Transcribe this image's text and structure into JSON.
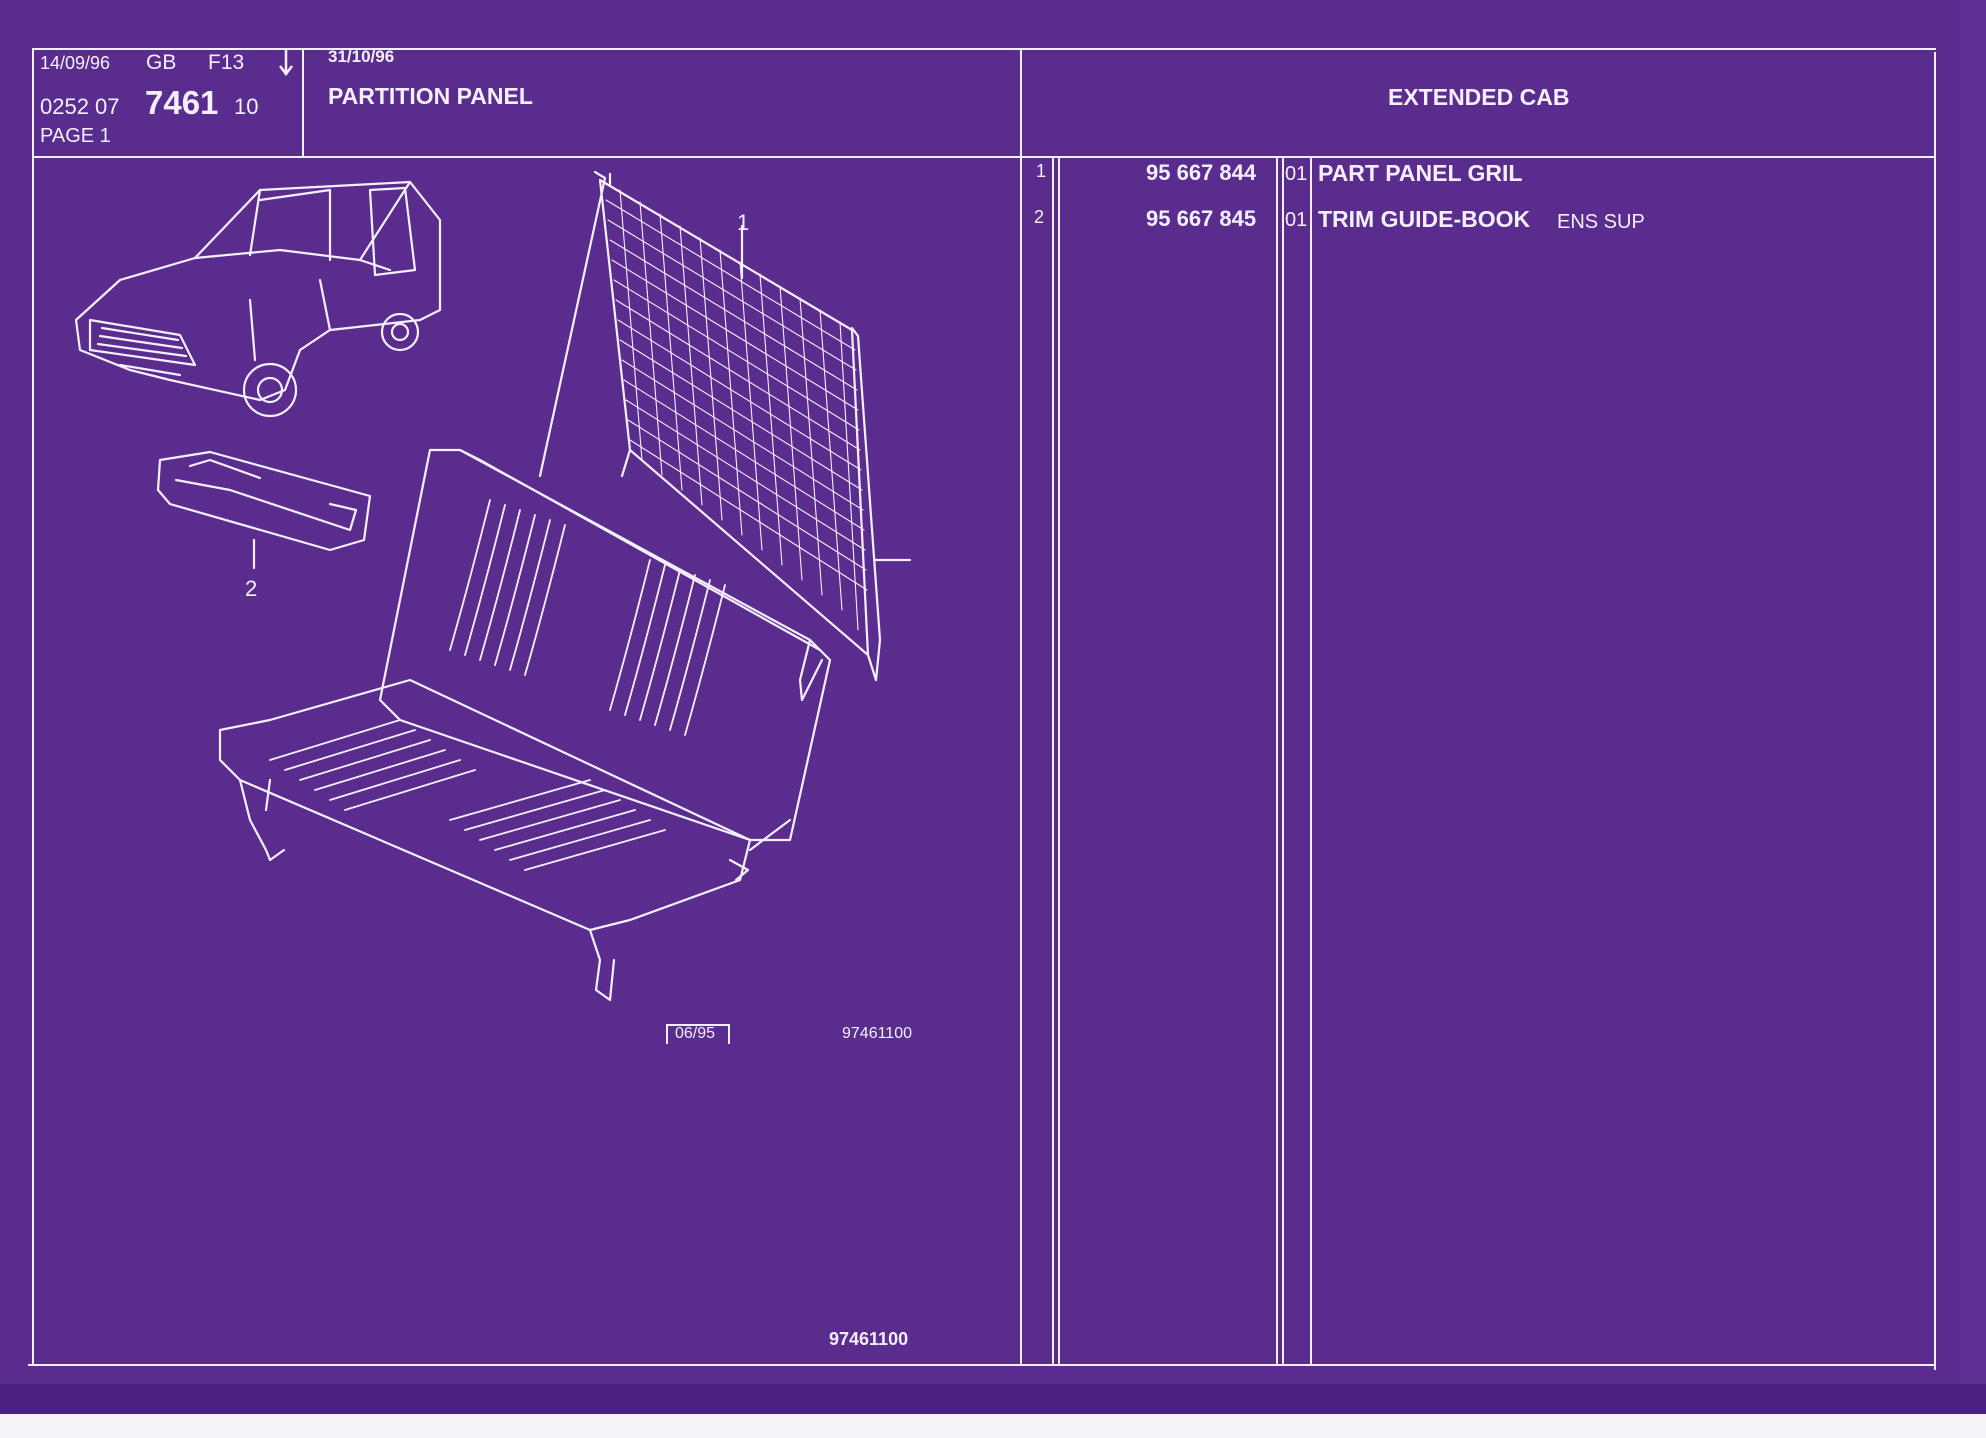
{
  "header": {
    "date_left": "14/09/96",
    "lang": "GB",
    "model_code": "F13",
    "arrow_icon": "down-arrow-icon",
    "ref_prefix": "0252 07",
    "ref_main": "7461",
    "ref_suffix": "10",
    "page_label": "PAGE 1",
    "date_mid": "31/10/96",
    "title": "PARTITION PANEL",
    "variant": "EXTENDED CAB"
  },
  "parts": [
    {
      "index": "1",
      "part_number": "95 667 844",
      "qty": "01",
      "description": "PART PANEL GRIL",
      "extra": ""
    },
    {
      "index": "2",
      "part_number": "95 667 845",
      "qty": "01",
      "description": "TRIM GUIDE-BOOK",
      "extra": "ENS SUP"
    }
  ],
  "illustration": {
    "callout_1": "1",
    "callout_2": "2",
    "date_stamp": "06/95",
    "drawing_ref": "97461100",
    "footer_ref": "97461100"
  },
  "colors": {
    "background": "#5a2c8e",
    "lines": "#f4f0ff"
  }
}
